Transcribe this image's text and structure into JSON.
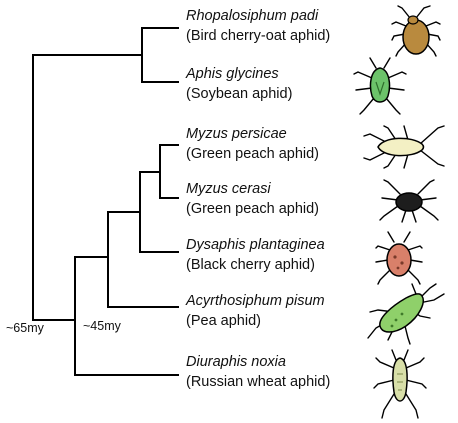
{
  "taxa": [
    {
      "scientific": "Rhopalosiphum padi",
      "common": "(Bird cherry-oat aphid)",
      "color": "#b98a3e"
    },
    {
      "scientific": "Aphis glycines",
      "common": "(Soybean aphid)",
      "color": "#6cc36a"
    },
    {
      "scientific": "Myzus persicae",
      "common": "(Green peach aphid)",
      "color": "#f3f0c4"
    },
    {
      "scientific": "Myzus cerasi",
      "common": "(Green peach aphid)",
      "color": "#1d1d1d"
    },
    {
      "scientific": "Dysaphis plantaginea",
      "common": "(Black cherry aphid)",
      "color": "#d9806a"
    },
    {
      "scientific": "Acyrthosiphum pisum",
      "common": "(Pea aphid)",
      "color": "#8fd06a"
    },
    {
      "scientific": "Diuraphis noxia",
      "common": "(Russian wheat aphid)",
      "color": "#d8dfa8"
    }
  ],
  "divergence_labels": {
    "root": "~65my",
    "inner": "~45my"
  },
  "colors": {
    "branch": "#000000",
    "text": "#111111"
  }
}
